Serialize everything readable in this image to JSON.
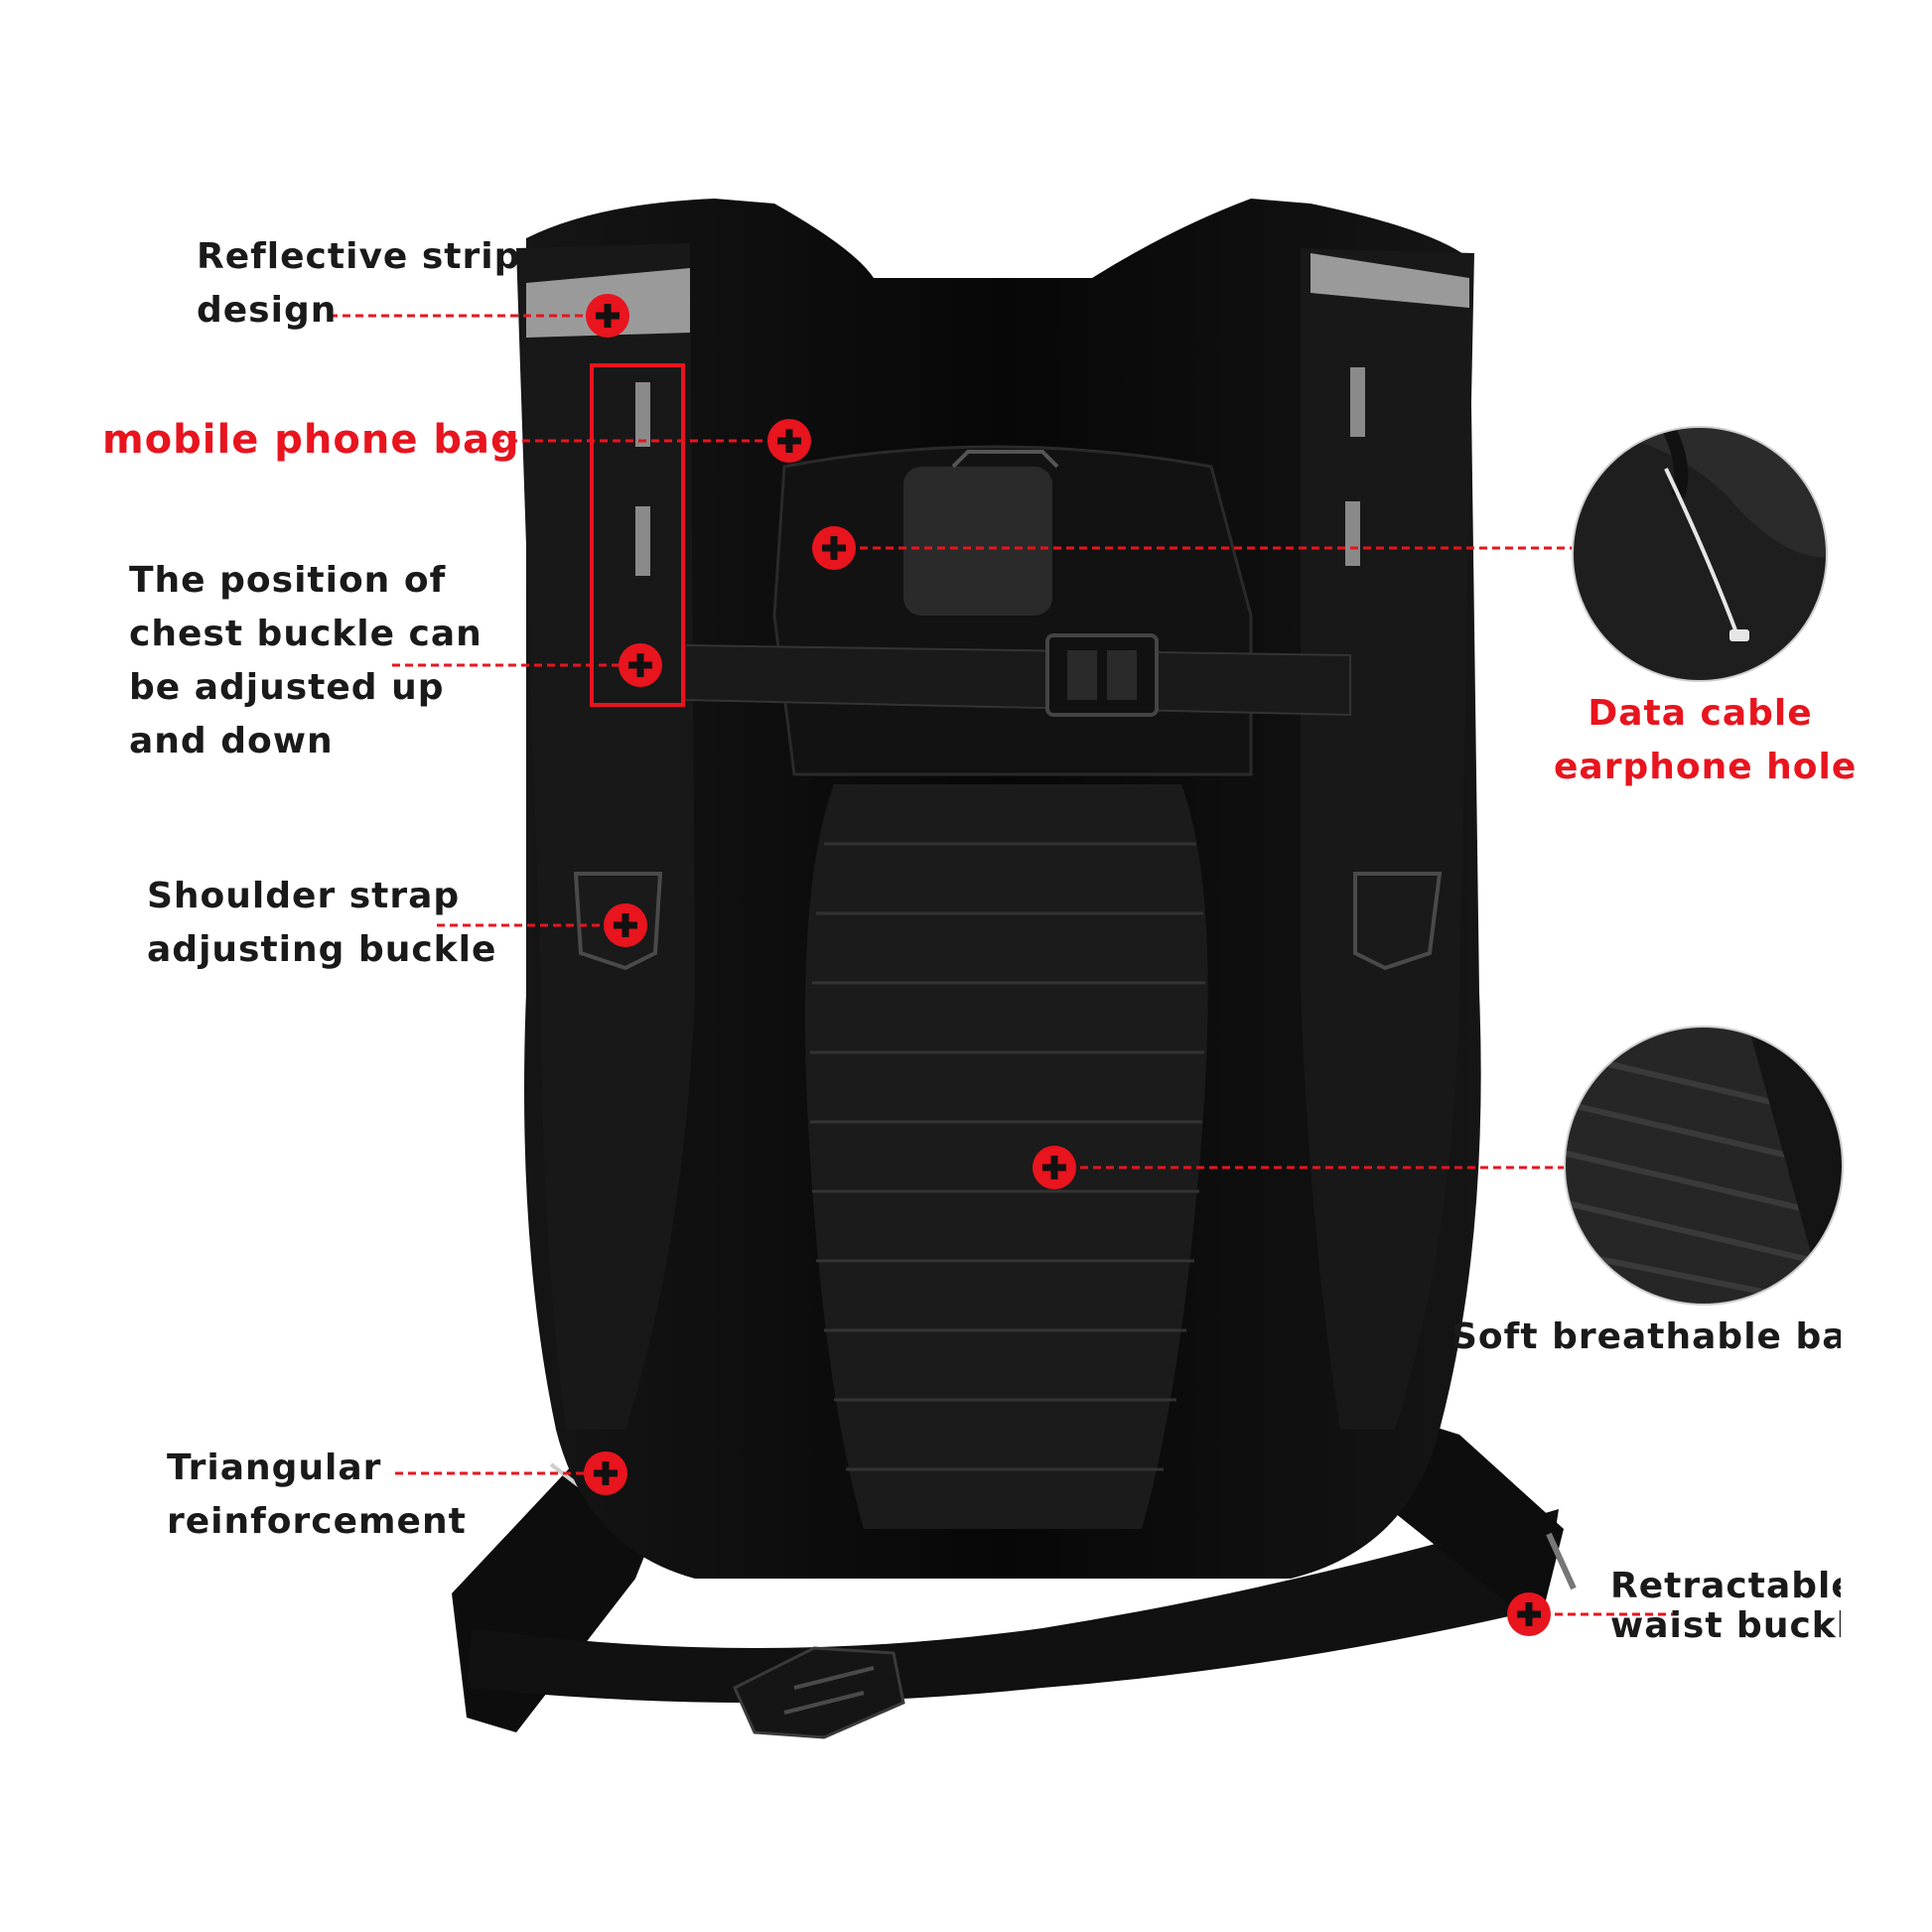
{
  "colors": {
    "background": "#ffffff",
    "accent": "#e8141e",
    "bag": "#0a0a0a",
    "reflective": "#9a9a9a",
    "label_text": "#1a1a1a"
  },
  "icons": {
    "callout_marker": "red-plus-marker"
  },
  "labels": {
    "reflective_strip": [
      "Reflective strip",
      "design"
    ],
    "mobile_phone_bag": [
      "mobile phone bag"
    ],
    "chest_buckle": [
      "The position of",
      "chest buckle can",
      "be adjusted up",
      "and down"
    ],
    "shoulder_buckle": [
      "Shoulder strap",
      "adjusting buckle"
    ],
    "triangular": [
      "Triangular",
      "reinforcement"
    ],
    "data_cable": [
      "Data cable",
      "earphone hole"
    ],
    "soft_back": [
      "Soft breathable bac"
    ],
    "waist_buckle": [
      "Retractable",
      "waist buckl"
    ]
  }
}
